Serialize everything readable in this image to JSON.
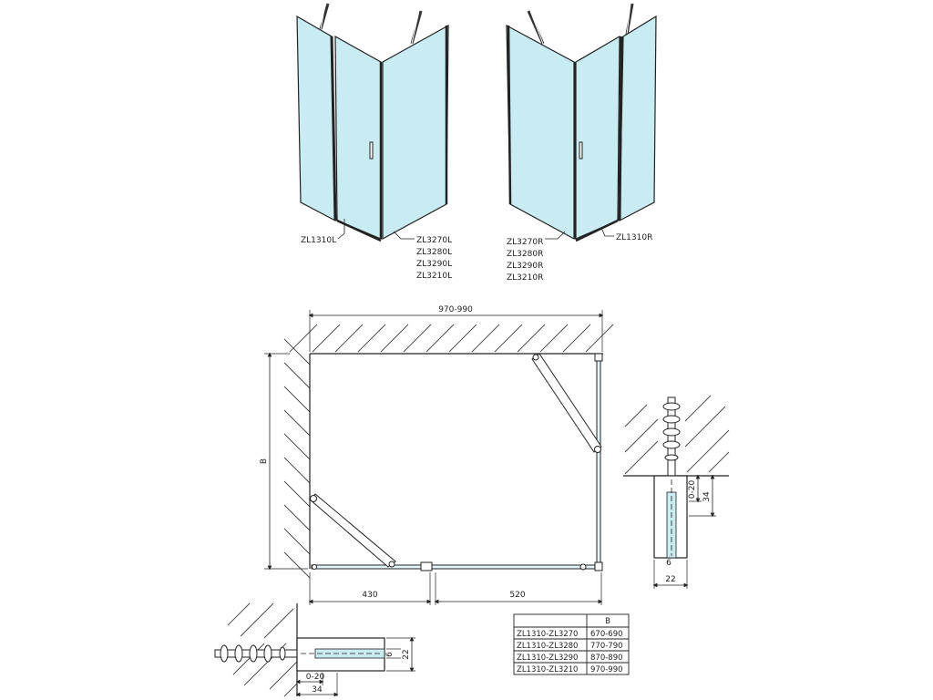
{
  "colors": {
    "glass": "#c9ecf3",
    "glass_light": "#e6f7fb",
    "line": "#222222",
    "hatch": "#444444"
  },
  "perspective_left": {
    "label_hinge": "ZL1310L",
    "label_door_codes": [
      "ZL3270L",
      "ZL3280L",
      "ZL3290L",
      "ZL3210L"
    ]
  },
  "perspective_right": {
    "label_door_codes": [
      "ZL3270R",
      "ZL3280R",
      "ZL3290R",
      "ZL3210R"
    ],
    "label_hinge": "ZL1310R"
  },
  "plan": {
    "width_label": "970-990",
    "depth_label": "B",
    "segment_left": "430",
    "segment_right": "520"
  },
  "detail_vertical": {
    "adjust_label": "0-20",
    "depth_label": "34",
    "gap_label": "6",
    "width_label": "22"
  },
  "detail_horizontal": {
    "adjust_label": "0-20",
    "depth_label": "34",
    "gap_label": "6",
    "width_label": "22"
  },
  "table": {
    "header": [
      "",
      "B"
    ],
    "rows": [
      [
        "ZL1310-ZL3270",
        "670-690"
      ],
      [
        "ZL1310-ZL3280",
        "770-790"
      ],
      [
        "ZL1310-ZL3290",
        "870-890"
      ],
      [
        "ZL1310-ZL3210",
        "970-990"
      ]
    ]
  }
}
